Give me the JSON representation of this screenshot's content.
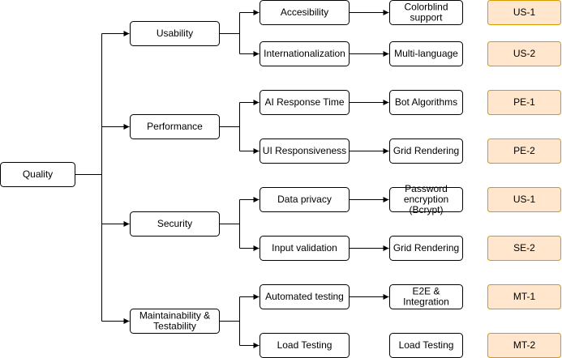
{
  "root": {
    "id": "quality",
    "label": "Quality"
  },
  "categories": [
    {
      "id": "usability",
      "label": [
        "Usability"
      ],
      "attributes": [
        {
          "id": "accesibility",
          "label": [
            "Accesibility"
          ],
          "tactic": [
            "Colorblind",
            "support"
          ],
          "tag": "US-1"
        },
        {
          "id": "internationalization",
          "label": [
            "Internationalization"
          ],
          "tactic": [
            "Multi-language"
          ],
          "tag": "US-2"
        }
      ]
    },
    {
      "id": "performance",
      "label": [
        "Performance"
      ],
      "attributes": [
        {
          "id": "ai-response-time",
          "label": [
            "AI Response Time"
          ],
          "tactic": [
            "Bot Algorithms"
          ],
          "tag": "PE-1"
        },
        {
          "id": "ui-responsiveness",
          "label": [
            "UI Responsiveness"
          ],
          "tactic": [
            "Grid Rendering"
          ],
          "tag": "PE-2"
        }
      ]
    },
    {
      "id": "security",
      "label": [
        "Security"
      ],
      "attributes": [
        {
          "id": "data-privacy",
          "label": [
            "Data privacy"
          ],
          "tactic": [
            "Password",
            "encryption",
            "(Bcrypt)"
          ],
          "tag": "US-1"
        },
        {
          "id": "input-validation",
          "label": [
            "Input validation"
          ],
          "tactic": [
            "Grid Rendering"
          ],
          "tag": "SE-2"
        }
      ]
    },
    {
      "id": "maintainability",
      "label": [
        "Maintainability &",
        "Testability"
      ],
      "attributes": [
        {
          "id": "automated-testing",
          "label": [
            "Automated testing"
          ],
          "tactic": [
            "E2E &",
            "Integration"
          ],
          "tag": "MT-1",
          "tactic_arrow": true
        },
        {
          "id": "load-testing",
          "label": [
            "Load Testing"
          ],
          "tactic": [
            "Load Testing"
          ],
          "tag": "MT-2",
          "tactic_arrow": false
        }
      ]
    }
  ],
  "colors": {
    "tag_fill": "#ffe6cc",
    "tag_stroke": "#d79b00",
    "line": "#000000"
  }
}
